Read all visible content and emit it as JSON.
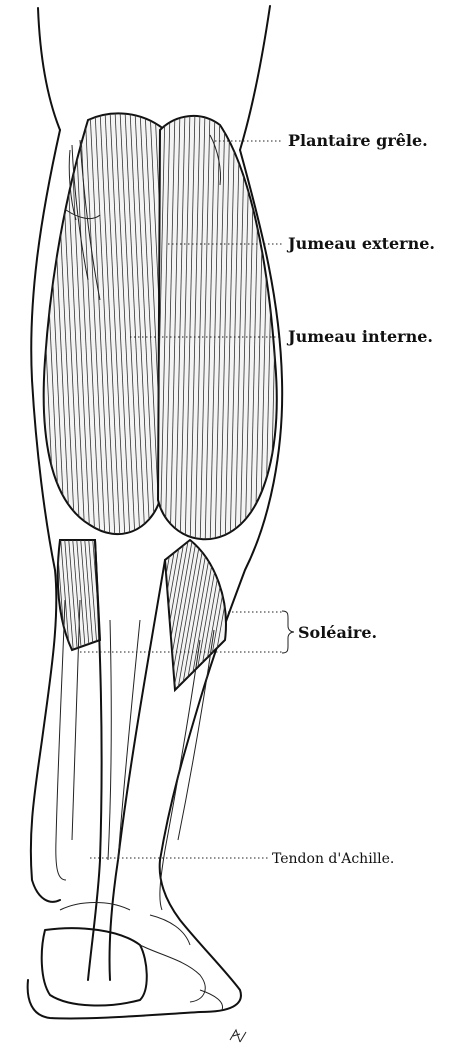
{
  "labels": {
    "plantaire_grele": "Plantaire grêle.",
    "jumeau_externe": "Jumeau externe.",
    "jumeau_interne": "Jumeau interne.",
    "soleaire": "Soléaire.",
    "tendon_achille": "Tendon d'Achille."
  }
}
